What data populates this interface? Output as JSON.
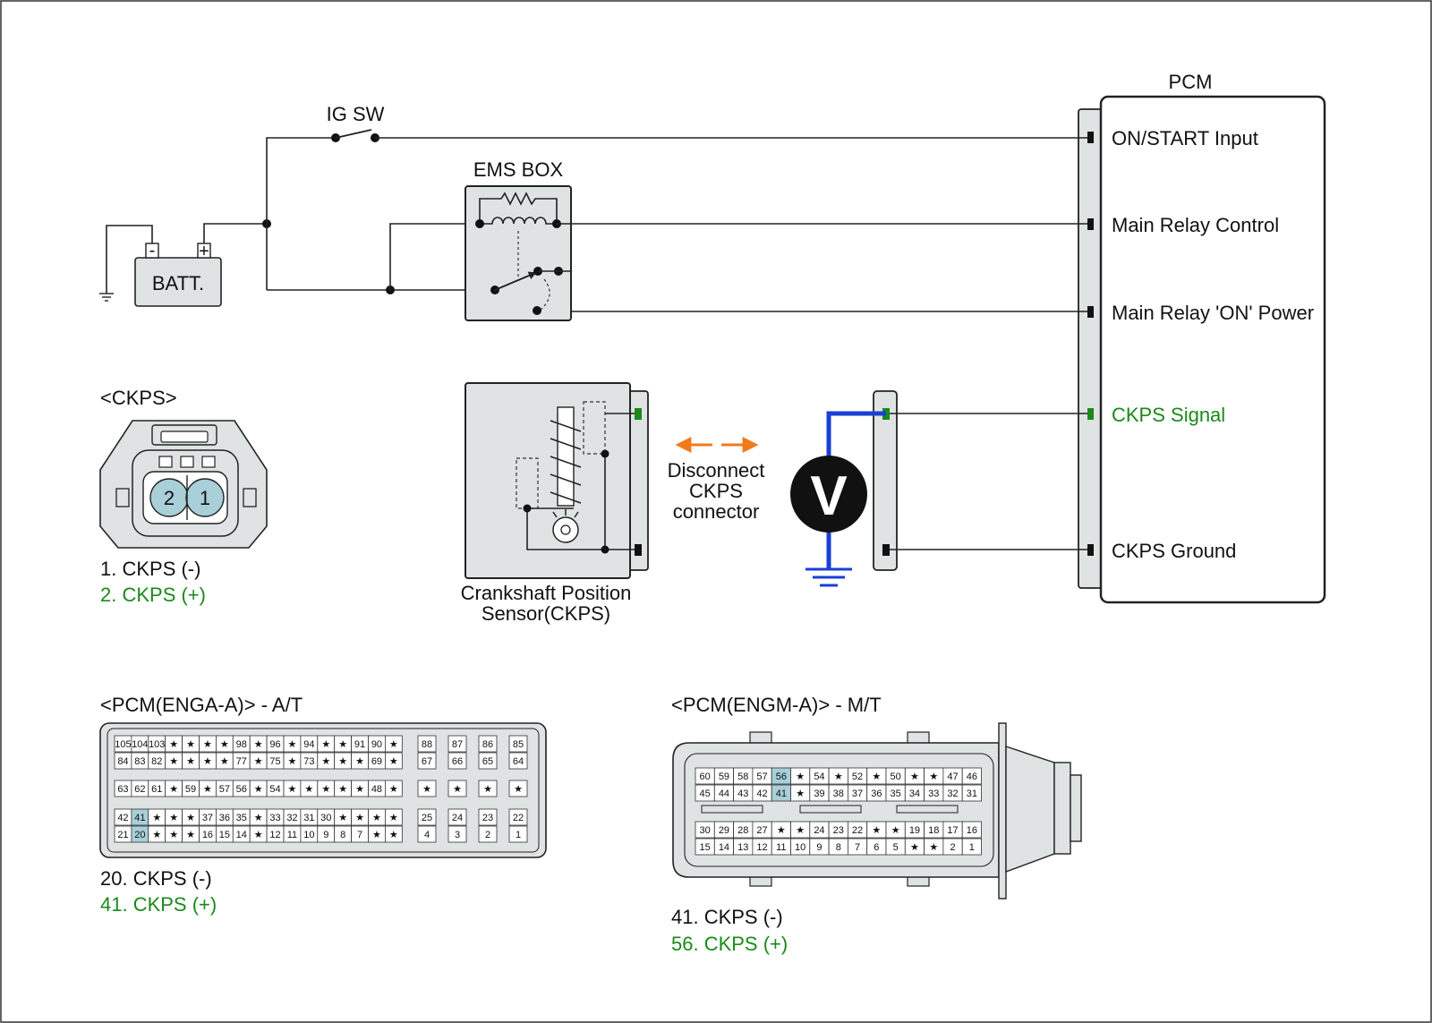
{
  "labels": {
    "pcm": "PCM",
    "ig_sw": "IG SW",
    "ems_box": "EMS BOX",
    "batt": "BATT.",
    "batt_neg": "-",
    "batt_pos": "+",
    "pcm_on_start": "ON/START Input",
    "pcm_main_relay_control": "Main Relay Control",
    "pcm_main_relay_on": "Main Relay 'ON' Power",
    "pcm_ckps_signal": "CKPS Signal",
    "pcm_ckps_ground": "CKPS Ground",
    "ckps_connector_title": "<CKPS>",
    "ckps_pin_1": "1",
    "ckps_pin_2": "2",
    "ckps_legend_1": "1. CKPS (-)",
    "ckps_legend_2": "2. CKPS (+)",
    "sensor_line1": "Crankshaft Position",
    "sensor_line2": "Sensor(CKPS)",
    "disconnect_line1": "Disconnect",
    "disconnect_line2": "CKPS",
    "disconnect_line3": "connector",
    "voltmeter": "V",
    "pcm_at_title": "<PCM(ENGA-A)> - A/T",
    "pcm_at_legend_1": "20. CKPS (-)",
    "pcm_at_legend_2": "41. CKPS (+)",
    "pcm_mt_title": "<PCM(ENGM-A)> - M/T",
    "pcm_mt_legend_1": "41. CKPS (-)",
    "pcm_mt_legend_2": "56. CKPS (+)"
  },
  "colors": {
    "highlight_pin": "#a9cfd8",
    "signal_green": "#1a8a1a",
    "meter_wire_blue": "#1a3fd6",
    "disconnect_arrow_orange": "#f07a1c"
  },
  "connector_at": {
    "highlight": [
      "41",
      "20"
    ],
    "rows": [
      [
        "105",
        "104",
        "103",
        "★",
        "★",
        "★",
        "★",
        "98",
        "★",
        "96",
        "★",
        "94",
        "★",
        "★",
        "91",
        "90",
        "★"
      ],
      [
        "84",
        "83",
        "82",
        "★",
        "★",
        "★",
        "★",
        "77",
        "★",
        "75",
        "★",
        "73",
        "★",
        "★",
        "★",
        "69",
        "★"
      ],
      [
        "63",
        "62",
        "61",
        "★",
        "59",
        "★",
        "57",
        "56",
        "★",
        "54",
        "★",
        "★",
        "★",
        "★",
        "★",
        "48",
        "★"
      ],
      [
        "42",
        "41",
        "★",
        "★",
        "★",
        "37",
        "36",
        "35",
        "★",
        "33",
        "32",
        "31",
        "30",
        "★",
        "★",
        "★",
        "★"
      ],
      [
        "21",
        "20",
        "★",
        "★",
        "★",
        "16",
        "15",
        "14",
        "★",
        "12",
        "11",
        "10",
        "9",
        "8",
        "7",
        "★",
        "★"
      ]
    ],
    "side_rows": [
      [
        "88",
        "87",
        "86",
        "85"
      ],
      [
        "67",
        "66",
        "65",
        "64"
      ],
      [
        "★",
        "★",
        "★",
        "★"
      ],
      [
        "25",
        "24",
        "23",
        "22"
      ],
      [
        "4",
        "3",
        "2",
        "1"
      ]
    ]
  },
  "connector_mt": {
    "highlight": [
      "56",
      "41"
    ],
    "rows": [
      [
        "60",
        "59",
        "58",
        "57",
        "56",
        "★",
        "54",
        "★",
        "52",
        "★",
        "50",
        "★",
        "★",
        "47",
        "46"
      ],
      [
        "45",
        "44",
        "43",
        "42",
        "41",
        "★",
        "39",
        "38",
        "37",
        "36",
        "35",
        "34",
        "33",
        "32",
        "31"
      ],
      [
        "30",
        "29",
        "28",
        "27",
        "★",
        "★",
        "24",
        "23",
        "22",
        "★",
        "★",
        "19",
        "18",
        "17",
        "16"
      ],
      [
        "15",
        "14",
        "13",
        "12",
        "11",
        "10",
        "9",
        "8",
        "7",
        "6",
        "5",
        "★",
        "★",
        "2",
        "1"
      ]
    ]
  }
}
